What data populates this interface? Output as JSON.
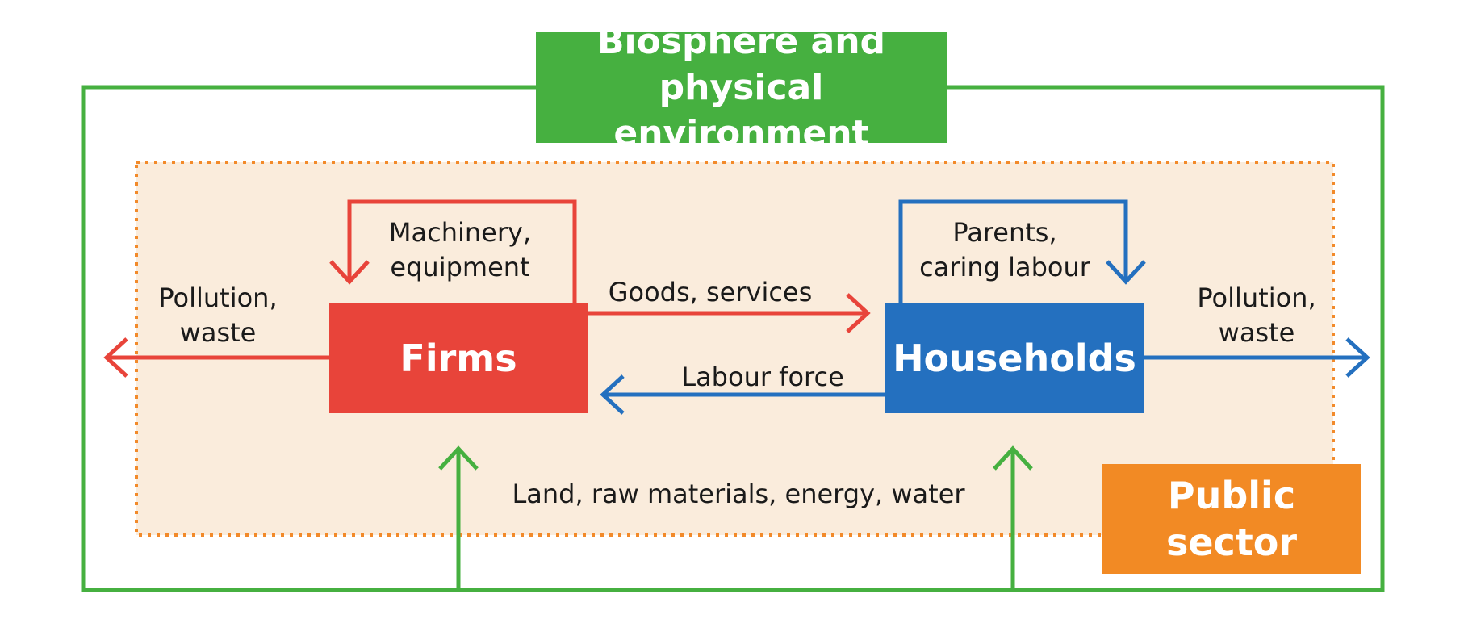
{
  "colors": {
    "biosphere": "#46b040",
    "economy_fill": "#faecdc",
    "economy_border": "#f28a2a",
    "firms": "#e8443a",
    "households": "#2470bf",
    "public_sector": "#f28a24"
  },
  "biosphere": {
    "title": "Biosphere and\nphysical environment"
  },
  "public_sector": {
    "title": "Public\nsector"
  },
  "firms": {
    "title": "Firms"
  },
  "households": {
    "title": "Households"
  },
  "flows": {
    "machinery": "Machinery,\nequipment",
    "parents": "Parents,\ncaring labour",
    "goods": "Goods, services",
    "labour": "Labour force",
    "pollution_left": "Pollution,\nwaste",
    "pollution_right": "Pollution,\nwaste",
    "resources": "Land, raw materials, energy, water"
  }
}
